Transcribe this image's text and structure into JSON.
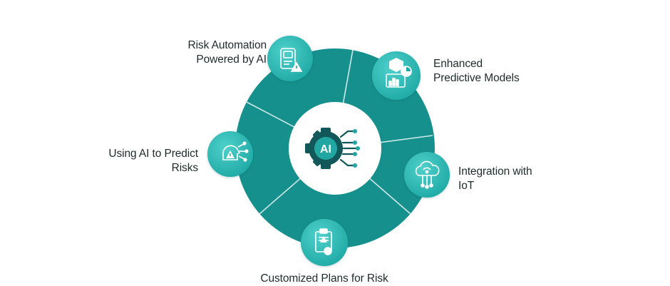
{
  "center": {
    "text": "AI",
    "icon": "ai-gear-icon"
  },
  "nodes": [
    {
      "id": "risk-automation",
      "lines": [
        "Risk Automation",
        "Powered by AI"
      ],
      "icon": "ai-chip-warning-icon"
    },
    {
      "id": "enhanced-models",
      "lines": [
        "Enhanced",
        "Predictive Models"
      ],
      "icon": "3d-box-chart-icon"
    },
    {
      "id": "integration-iot",
      "lines": [
        "Integration with",
        "IoT"
      ],
      "icon": "iot-cloud-icon"
    },
    {
      "id": "customized-plans",
      "lines": [
        "Customized Plans for Risk"
      ],
      "icon": "clipboard-warning-icon"
    },
    {
      "id": "predict-risks",
      "lines": [
        "Using AI to Predict",
        "Risks"
      ],
      "icon": "ai-head-warning-icon"
    }
  ],
  "colors": {
    "ring": "#16908d",
    "ring_dark": "#0f7a77",
    "divider": "#cde9e7",
    "node_fill": "#2bbab6",
    "node_fill_light": "#52d0cb",
    "center_fill": "#ffffff",
    "icon_dark": "#12585a",
    "icon_white": "#ffffff",
    "label": "#1f2a2a"
  }
}
